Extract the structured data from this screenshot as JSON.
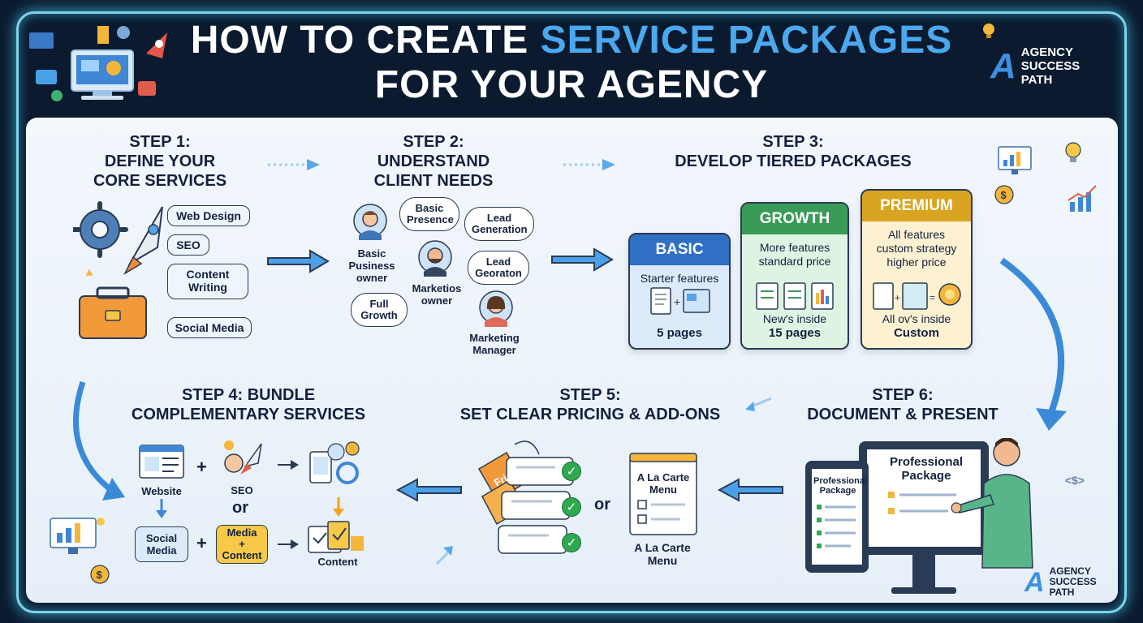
{
  "header": {
    "title_part1": "HOW TO CREATE ",
    "title_highlight": "SERVICE PACKAGES",
    "title_line2": "FOR YOUR AGENCY"
  },
  "brand": {
    "line1": "AGENCY",
    "line2": "SUCCESS",
    "line3": "PATH",
    "accent": "#3e8fe0"
  },
  "step1": {
    "title_line1": "STEP 1:",
    "title_line2": "DEFINE YOUR",
    "title_line3": "CORE SERVICES",
    "services": [
      "Web Design",
      "SEO",
      "Content\nWriting",
      "Social Media"
    ]
  },
  "step2": {
    "title_line1": "STEP 2:",
    "title_line2": "UNDERSTAND",
    "title_line3": "CLIENT NEEDS",
    "bubbles": [
      "Basic\nPresence",
      "Lead\nGeneration",
      "Lead\nGeoraton",
      "Full\nGrowth"
    ],
    "personas": [
      "Basic\nPusiness\nowner",
      "Marketios\nowner",
      "Marketing\nManager"
    ]
  },
  "step3": {
    "title_line1": "STEP 3:",
    "title_line2": "DEVELOP TIERED PACKAGES",
    "tiers": [
      {
        "name": "BASIC",
        "desc": "Starter features",
        "foot_line1": "",
        "foot_line2": "5 pages",
        "color": "#2f6fc4",
        "bg": "#dceafa"
      },
      {
        "name": "GROWTH",
        "desc": "More features\nstandard price",
        "foot_line1": "New's inside",
        "foot_line2": "15 pages",
        "color": "#3a9a57",
        "bg": "#dff3e3"
      },
      {
        "name": "PREMIUM",
        "desc": "All features\ncustom strategy\nhigher price",
        "foot_line1": "All ov's inside",
        "foot_line2": "Custom",
        "color": "#d9a41f",
        "bg": "#fdf1d2"
      }
    ]
  },
  "step4": {
    "title_line1": "STEP 4: BUNDLE",
    "title_line2": "COMPLEMENTARY SERVICES",
    "labels": {
      "website": "Website",
      "seo": "SEO",
      "or": "or",
      "social": "Social\nMedia",
      "media": "Media\n+\nContent",
      "content": "Content",
      "plus": "+"
    }
  },
  "step5": {
    "title_line1": "STEP 5:",
    "title_line2": "SET CLEAR PRICING & ADD-ONS",
    "tag_text": "Fric",
    "or": "or",
    "menu_title": "A La Carte\nMenu",
    "menu_label": "A La Carte\nMenu"
  },
  "step6": {
    "title_line1": "STEP 6:",
    "title_line2": "DOCUMENT & PRESENT",
    "tablet_text": "Professional\nPackage",
    "monitor_text": "Professional\nPackage"
  },
  "decor": {
    "code_tag": "<$>",
    "dollar": "$"
  }
}
